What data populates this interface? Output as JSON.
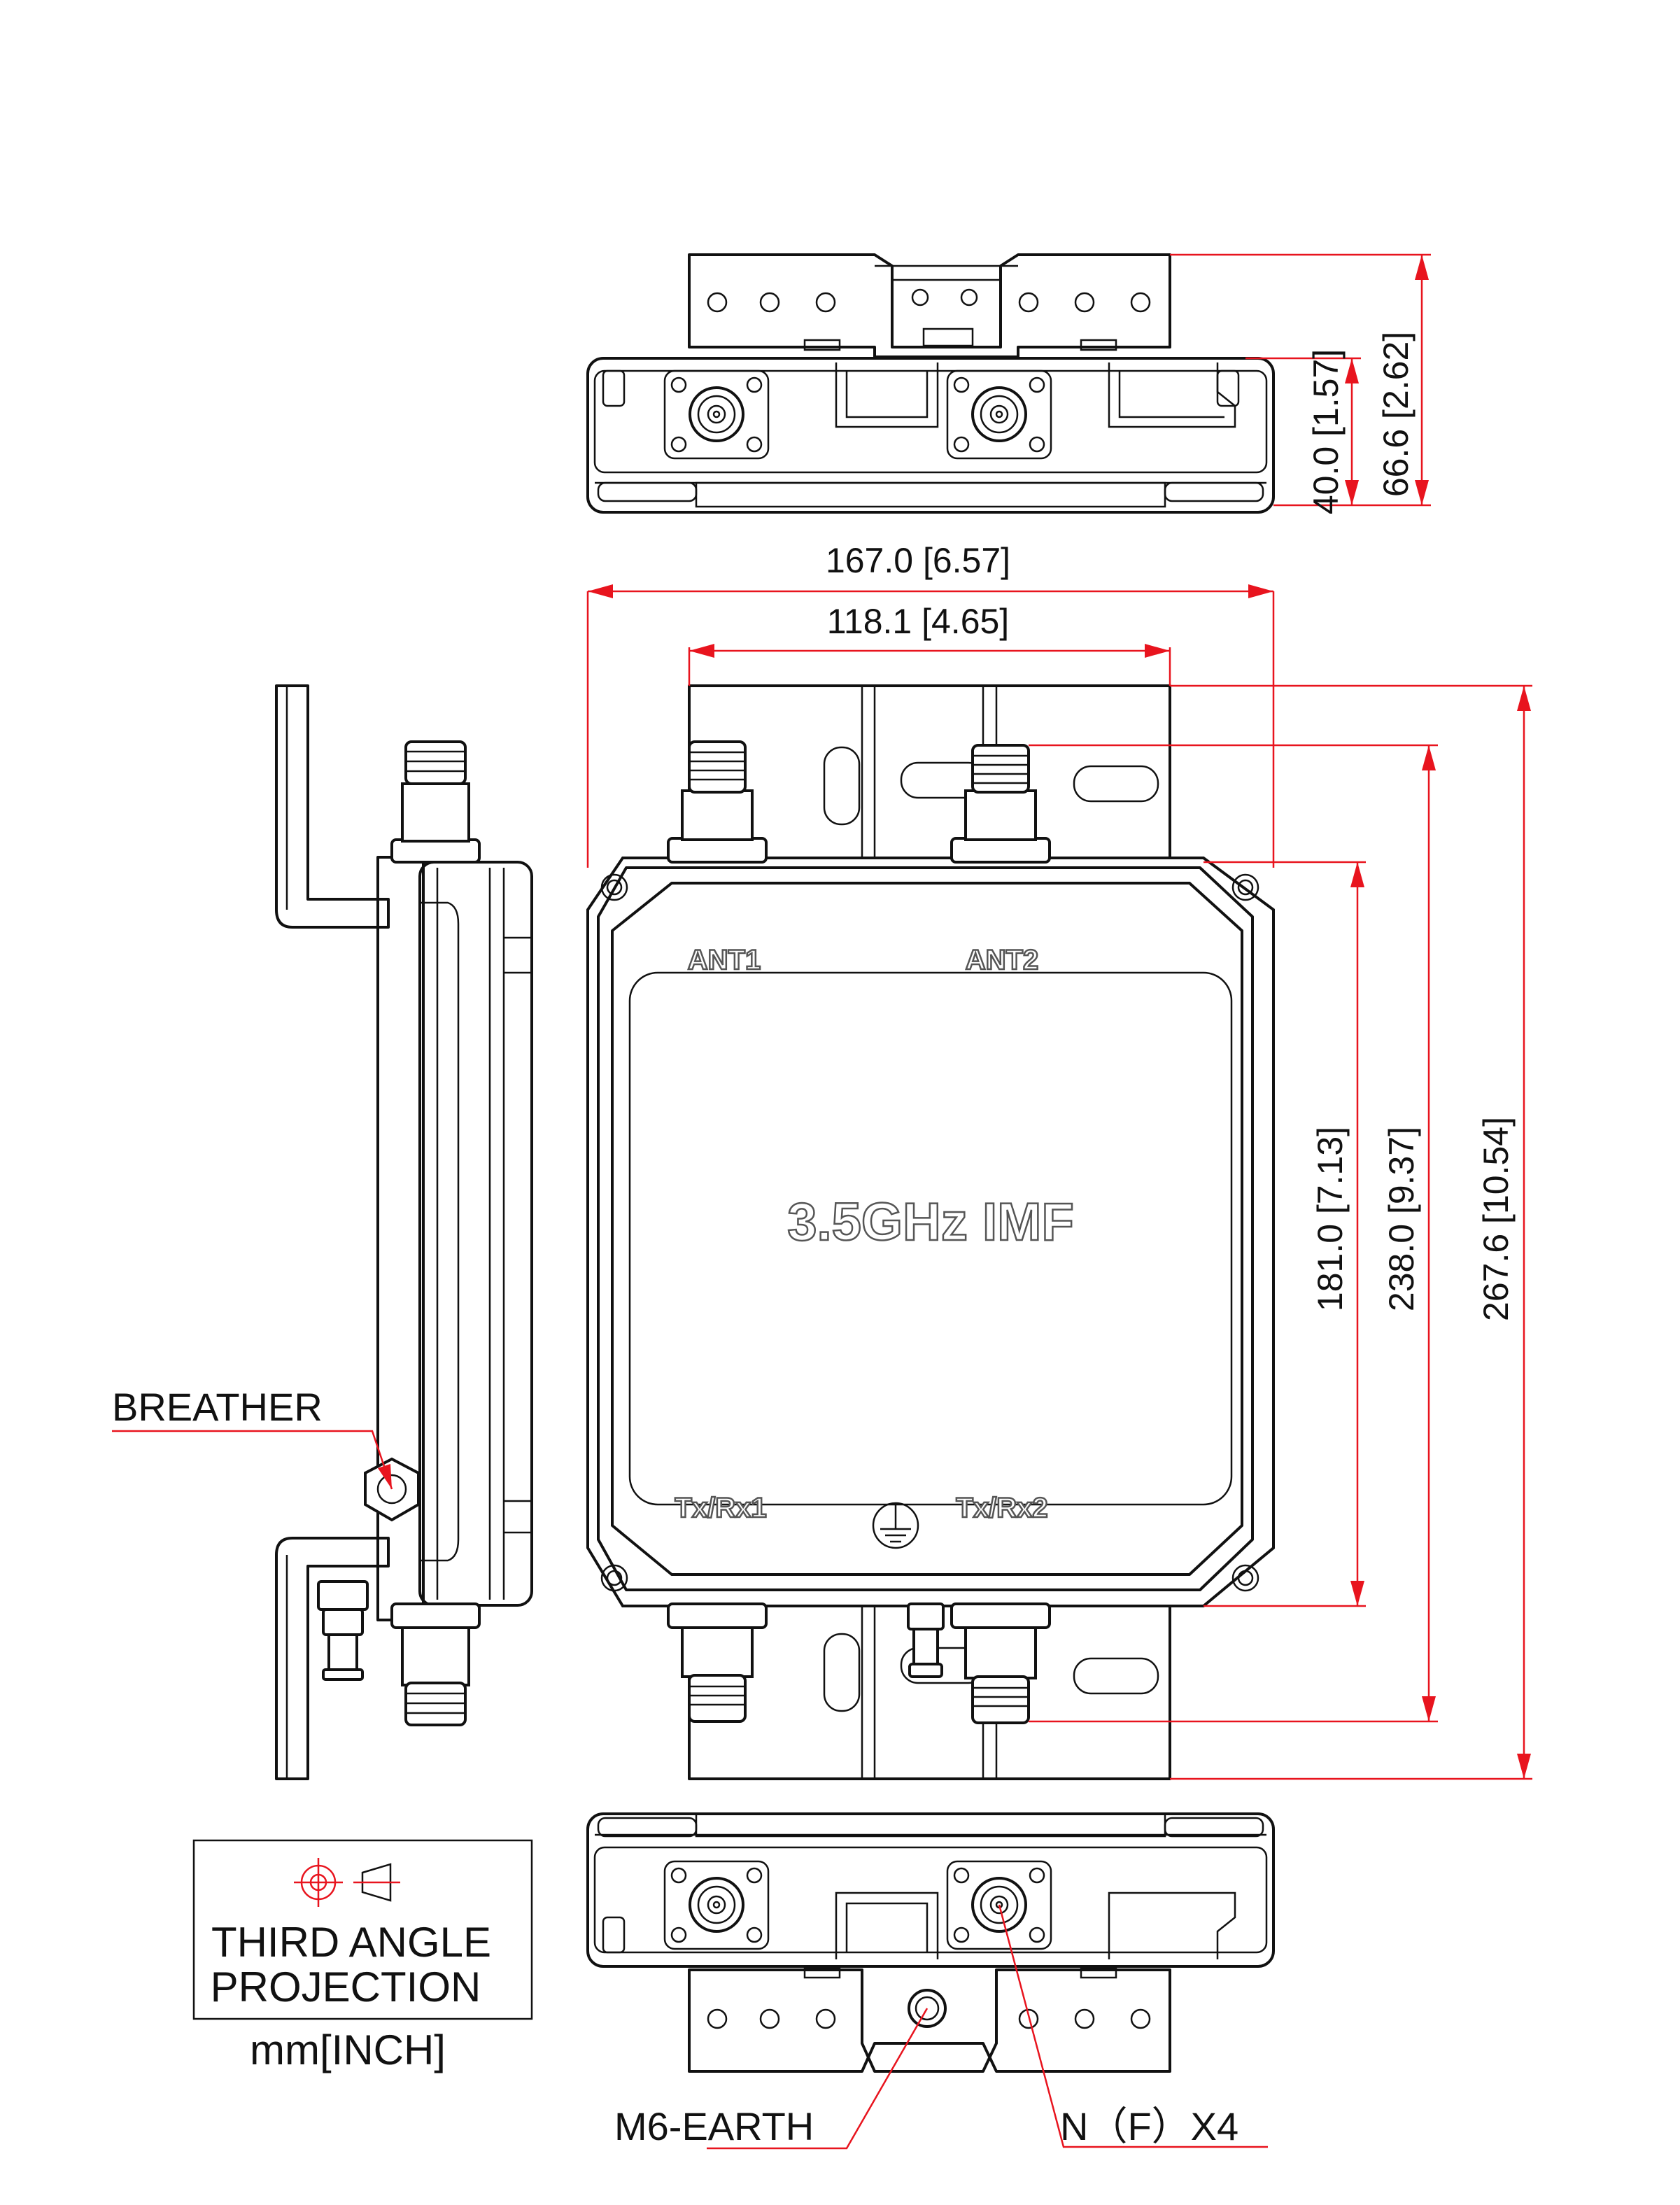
{
  "dimensions": {
    "top_height_inner": "40.0 [1.57]",
    "top_height_outer": "66.6 [2.62]",
    "overall_width": "167.0 [6.57]",
    "bracket_width": "118.1 [4.65]",
    "body_height": "181.0 [7.13]",
    "connector_span": "238.0 [9.37]",
    "overall_height": "267.6 [10.54]"
  },
  "labels": {
    "ant1": "ANT1",
    "ant2": "ANT2",
    "product": "3.5GHz IMF",
    "txrx1": "Tx/Rx1",
    "txrx2": "Tx/Rx2",
    "breather": "BREATHER",
    "earth": "M6-EARTH",
    "connectors": "N（F）X4"
  },
  "legend": {
    "line1": "THIRD ANGLE",
    "line2": "PROJECTION",
    "units": "mm[INCH]"
  },
  "colors": {
    "dimension": "#e8141e",
    "outline": "#111111"
  }
}
